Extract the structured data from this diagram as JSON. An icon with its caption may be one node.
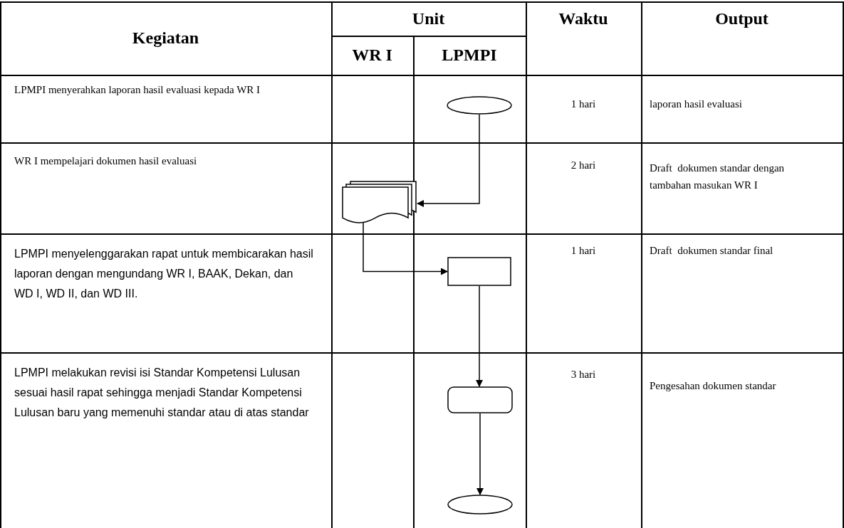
{
  "diagram": {
    "nodes": [
      {
        "text": [],
        "shape": "ellipse"
      },
      {
        "text": [],
        "shape": "multi-document"
      },
      {
        "text": [],
        "shape": "box"
      },
      {
        "text": [],
        "shape": "rounded-box"
      },
      {
        "text": [],
        "shape": "ellipse"
      }
    ],
    "edges": [
      {
        "from": 0,
        "to": 1,
        "arrow": "to"
      },
      {
        "from": 1,
        "to": 2,
        "arrow": "to"
      },
      {
        "from": 2,
        "to": 3,
        "arrow": "to"
      },
      {
        "from": 3,
        "to": 4,
        "arrow": "to"
      }
    ],
    "labels": [
      "Kegiatan",
      "Unit",
      "Waktu",
      "Output",
      "WR I",
      "LPMPI",
      "LPMPI menyerahkan laporan hasil evaluasi kepada WR I",
      "1 hari",
      "laporan hasil evaluasi",
      "WR I mempelajari dokumen hasil evaluasi",
      "2 hari",
      "Draft  dokumen standar dengan tambahan masukan WR I",
      "LPMPI menyelenggarakan rapat untuk membicarakan hasil laporan dengan mengundang WR I, BAAK, Dekan, dan WD I, WD II, dan WD III.",
      "1 hari",
      "Draft  dokumen standar final",
      "LPMPI melakukan revisi isi Standar Kompetensi Lulusan sesuai hasil rapat sehingga menjadi Standar Kompetensi Lulusan baru yang memenuhi standar atau di atas standar",
      "3 hari",
      "Pengesahan dokumen standar"
    ]
  }
}
